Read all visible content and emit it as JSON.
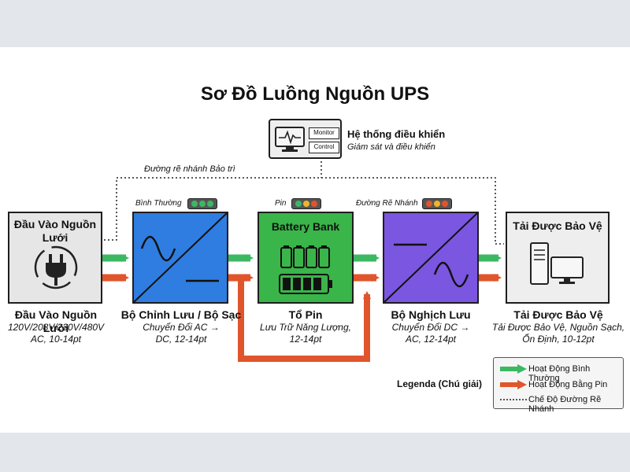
{
  "title": "Sơ Đồ Luồng Nguồn UPS",
  "control": {
    "monitor_label": "Monitor",
    "control_label": "Control",
    "heading": "Hệ thống điều khiển",
    "subheading": "Giám sát và điều khiển"
  },
  "bypass_label": "Đường rẽ nhánh Bảo trì",
  "indicators": {
    "normal": "Bình Thường",
    "battery": "Pin",
    "bypass": "Đường Rẽ Nhánh"
  },
  "blocks": {
    "input": {
      "inner_title": "Đầu Vào Nguồn Lưới",
      "name": "Đầu Vào Nguồn Lưới",
      "desc": "120V/208V/230V/480V AC, 10-14pt"
    },
    "rectifier": {
      "name": "Bộ Chỉnh Lưu / Bộ Sạc",
      "desc": "Chuyển Đổi AC → DC, 12-14pt"
    },
    "battery": {
      "inner_title": "Battery Bank",
      "name": "Tổ Pin",
      "desc": "Lưu Trữ Năng Lượng, 12-14pt"
    },
    "inverter": {
      "name": "Bộ Nghịch Lưu",
      "desc": "Chuyển Đổi DC → AC, 12-14pt"
    },
    "load": {
      "inner_title": "Tải Được Bảo Vệ",
      "name": "Tải Được Bảo Vệ",
      "desc": "Tải Được Bảo Vệ, Nguồn Sạch, Ổn Định, 10-12pt"
    }
  },
  "legend": {
    "title": "Legenda (Chú giải)",
    "normal": "Hoạt Động Bình Thường",
    "battery": "Hoạt Động Bằng Pin",
    "bypass": "Chế Độ Đường Rẽ Nhánh"
  },
  "colors": {
    "normal_flow": "#3cb863",
    "battery_flow": "#e0552c",
    "rectifier": "#2f7de0",
    "battery_block": "#3ab54a",
    "inverter": "#7b56e0",
    "input_block": "#e6e6e6",
    "load_block": "#eeeeee"
  }
}
